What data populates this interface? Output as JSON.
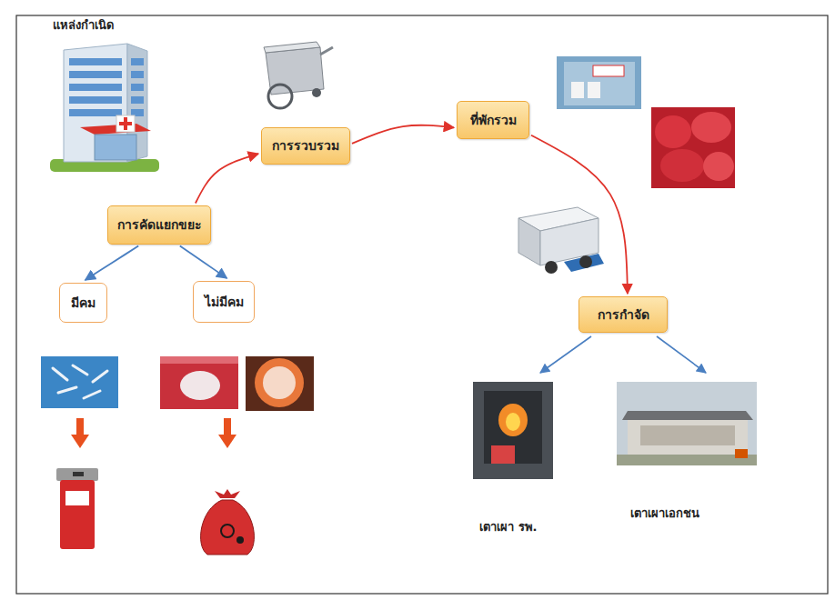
{
  "diagram": {
    "nodes": [
      {
        "text": [
          "การคัดแยกขยะ"
        ]
      },
      {
        "text": [
          "การรวบรวม"
        ]
      },
      {
        "text": [
          "ที่พักรวม"
        ]
      },
      {
        "text": [
          "การกำจัด"
        ]
      },
      {
        "text": [
          "มีคม"
        ]
      },
      {
        "text": [
          "ไม่มีคม"
        ]
      }
    ],
    "edges": [
      {
        "from": 0,
        "to": 1,
        "arrow": "to"
      },
      {
        "from": 1,
        "to": 2,
        "arrow": "to"
      },
      {
        "from": 2,
        "to": 3,
        "arrow": "to"
      },
      {
        "from": 0,
        "to": 4,
        "arrow": "to"
      },
      {
        "from": 0,
        "to": 5,
        "arrow": "to"
      }
    ],
    "labels": [
      "แหล่งกำเนิด",
      "เตาเผา รพ.",
      "เตาเผาเอกชน"
    ]
  }
}
